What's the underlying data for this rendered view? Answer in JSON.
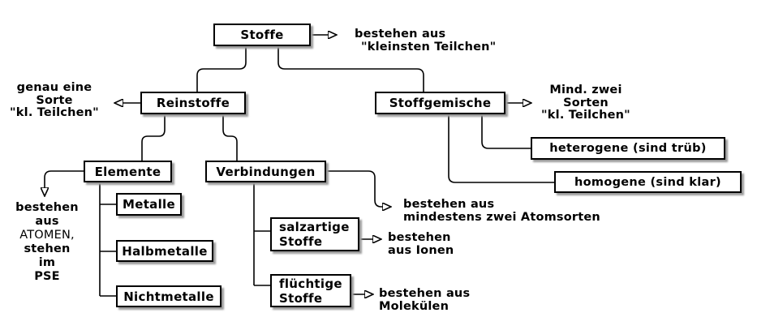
{
  "nodes": {
    "stoffe": {
      "label": "Stoffe"
    },
    "reinstoffe": {
      "label": "Reinstoffe"
    },
    "stoffgemische": {
      "label": "Stoffgemische"
    },
    "heterogene": {
      "label": "heterogene (sind trüb)"
    },
    "homogene": {
      "label": "homogene (sind klar)"
    },
    "elemente": {
      "label": "Elemente"
    },
    "verbindungen": {
      "label": "Verbindungen"
    },
    "metalle": {
      "label": "Metalle"
    },
    "halbmetalle": {
      "label": "Halbmetalle"
    },
    "nichtmetalle": {
      "label": "Nichtmetalle"
    },
    "salzartige": {
      "lines": [
        "salzartige",
        "Stoffe"
      ]
    },
    "fluechtige": {
      "lines": [
        "flüchtige",
        "Stoffe"
      ]
    }
  },
  "annotations": {
    "stoffe_note": {
      "lines": [
        "bestehen aus",
        "\"kleinsten Teilchen\""
      ]
    },
    "reinstoffe_note": {
      "lines": [
        "genau eine",
        "Sorte",
        "\"kl. Teilchen\""
      ]
    },
    "stoffgemische_note": {
      "lines": [
        "Mind. zwei",
        "Sorten",
        "\"kl. Teilchen\""
      ]
    },
    "elemente_note": {
      "lines": [
        "bestehen",
        "aus",
        "ATOMEN,",
        "stehen",
        "im",
        "PSE"
      ]
    },
    "verbindungen_note": {
      "lines": [
        "bestehen aus",
        "mindestens zwei Atomsorten"
      ]
    },
    "salzartige_note": {
      "lines": [
        "bestehen",
        "aus Ionen"
      ]
    },
    "fluechtige_note": {
      "lines": [
        "bestehen aus",
        "Molekülen"
      ]
    }
  },
  "colors": {
    "background": "#ffffff",
    "line": "#000000",
    "box_fill": "#ffffff",
    "box_border": "#000000",
    "box_shadow": "#9b9b9b",
    "text": "#000000"
  }
}
